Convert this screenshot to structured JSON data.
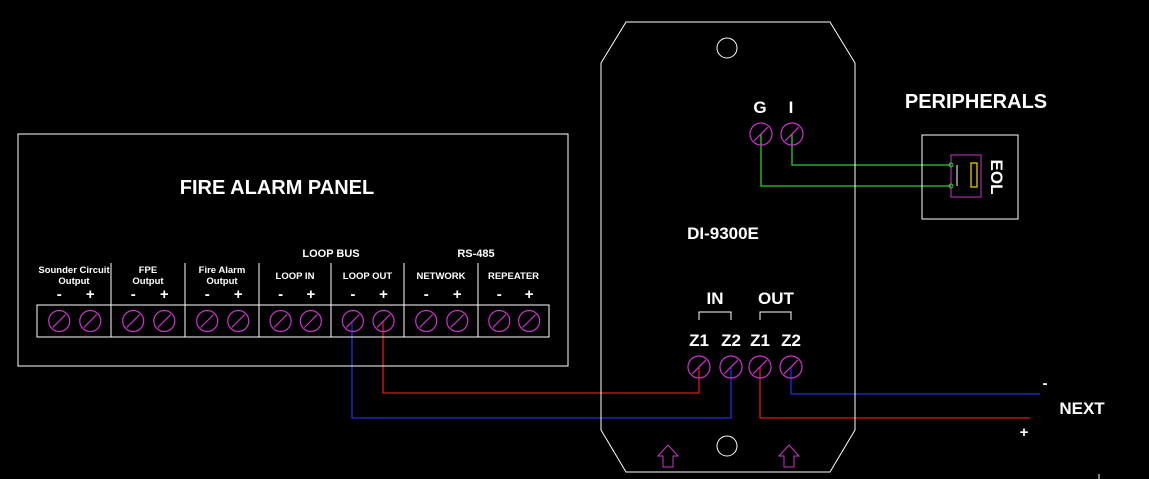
{
  "colors": {
    "background": "#000000",
    "outline": "#ffffff",
    "terminal": "#cc33cc",
    "wire_blue": "#1f2fe0",
    "wire_red": "#e01818",
    "wire_green": "#2ecc2e"
  },
  "panel": {
    "title": "FIRE ALARM PANEL",
    "group_labels": {
      "loop_bus": "LOOP BUS",
      "rs485": "RS-485"
    },
    "sections": [
      {
        "label_1": "Sounder Circuit",
        "label_2": "Output",
        "minus": "-",
        "plus": "+"
      },
      {
        "label_1": "FPE",
        "label_2": "Output",
        "minus": "-",
        "plus": "+"
      },
      {
        "label_1": "Fire Alarm",
        "label_2": "Output",
        "minus": "-",
        "plus": "+"
      },
      {
        "label_1": "LOOP IN",
        "label_2": "",
        "minus": "-",
        "plus": "+"
      },
      {
        "label_1": "LOOP OUT",
        "label_2": "",
        "minus": "-",
        "plus": "+"
      },
      {
        "label_1": "NETWORK",
        "label_2": "",
        "minus": "-",
        "plus": "+"
      },
      {
        "label_1": "REPEATER",
        "label_2": "",
        "minus": "-",
        "plus": "+"
      }
    ]
  },
  "module": {
    "name": "DI-9300E",
    "input_labels": {
      "g": "G",
      "i": "I"
    },
    "in_label": "IN",
    "out_label": "OUT",
    "terminals": [
      "Z1",
      "Z2",
      "Z1",
      "Z2"
    ]
  },
  "peripherals": {
    "title": "PERIPHERALS",
    "eol_label": "EOL"
  },
  "next": {
    "label": "NEXT",
    "minus": "-",
    "plus": "+"
  }
}
